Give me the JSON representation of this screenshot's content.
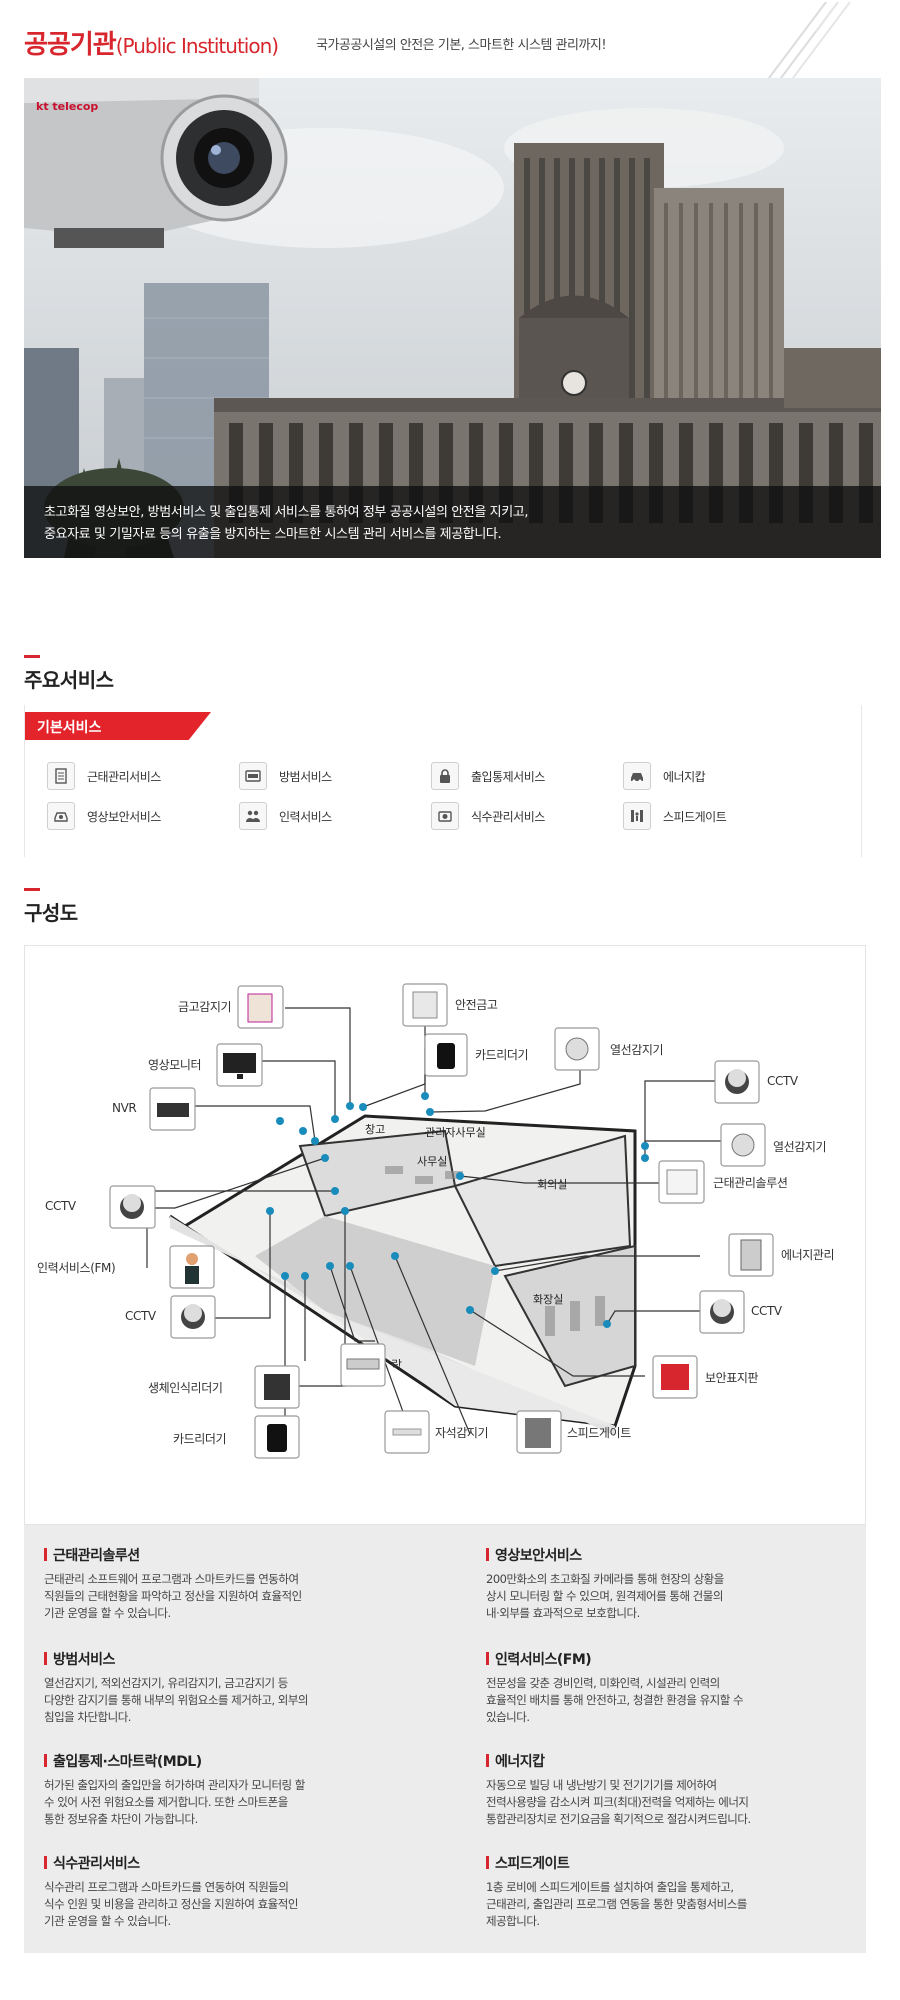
{
  "header": {
    "title": "공공기관",
    "title_en": "(Public Institution)",
    "subtitle": "국가공공시설의 안전은 기본, 스마트한 시스템 관리까지!"
  },
  "hero": {
    "logo": "kt telecop",
    "caption_line1": "초고화질 영상보안, 방범서비스 및 출입통제 서비스를 통하여 정부 공공시설의 안전을 지키고,",
    "caption_line2": "중요자료 및 기밀자료 등의 유출을 방지하는 스마트한 시스템 관리 서비스를 제공합니다."
  },
  "main_services": {
    "heading": "주요서비스",
    "tag": "기본서비스",
    "items": [
      {
        "label": "근태관리서비스",
        "icon": "document-icon"
      },
      {
        "label": "방범서비스",
        "icon": "alarm-panel-icon"
      },
      {
        "label": "출입통제서비스",
        "icon": "lock-icon"
      },
      {
        "label": "에너지캅",
        "icon": "vehicle-icon"
      },
      {
        "label": "영상보안서비스",
        "icon": "camera-car-icon"
      },
      {
        "label": "인력서비스",
        "icon": "people-icon"
      },
      {
        "label": "식수관리서비스",
        "icon": "meal-icon"
      },
      {
        "label": "스피드게이트",
        "icon": "gate-icon"
      }
    ]
  },
  "diagram": {
    "heading": "구성도",
    "labels": {
      "vault_sensor": "금고감지기",
      "safe": "안전금고",
      "monitor": "영상모니터",
      "card_reader_top": "카드리더기",
      "heat_sensor_top": "열선감지기",
      "nvr": "NVR",
      "cctv_right_top": "CCTV",
      "heat_sensor_right": "열선감지기",
      "cctv_left": "CCTV",
      "attendance_solution": "근태관리솔루션",
      "workforce": "인력서비스(FM)",
      "energy": "에너지관리",
      "cctv_bottom_left": "CCTV",
      "cctv_right_bottom": "CCTV",
      "biometric": "생체인식리더기",
      "lock": "락",
      "security_sign": "보안표지판",
      "card_reader_bottom": "카드리더기",
      "magnetic_sensor": "자석감지기",
      "speed_gate": "스피드게이트"
    },
    "rooms": {
      "storage": "창고",
      "manager": "관리자사무실",
      "office": "사무실",
      "meeting": "회의실",
      "restroom": "화장실"
    }
  },
  "descriptions": [
    {
      "title": "근태관리솔루션",
      "lines": [
        "근태관리 소프트웨어 프로그램과 스마트카드를 연동하여",
        "직원들의 근태현황을 파악하고 정산을 지원하여 효율적인",
        "기관 운영을 할 수 있습니다."
      ]
    },
    {
      "title": "영상보안서비스",
      "lines": [
        "200만화소의 초고화질 카메라를 통해 현장의 상황을",
        "상시 모니터링 할 수 있으며, 원격제어를 통해 건물의",
        "내·외부를 효과적으로 보호합니다."
      ]
    },
    {
      "title": "방범서비스",
      "lines": [
        "열선감지기, 적외선감지기, 유리감지기, 금고감지기 등",
        "다양한 감지기를 통해 내부의 위험요소를 제거하고, 외부의",
        "침입을 차단합니다."
      ]
    },
    {
      "title": "인력서비스(FM)",
      "lines": [
        "전문성을 갖춘 경비인력, 미화인력, 시설관리 인력의",
        "효율적인 배치를 통해 안전하고, 청결한 환경을 유지할 수",
        "있습니다."
      ]
    },
    {
      "title": "출입통제·스마트락(MDL)",
      "lines": [
        "허가된 출입자의 출입만을 허가하며 관리자가 모니터링 할",
        "수 있어 사전 위험요소를 제거합니다. 또한 스마트폰을",
        "통한 정보유출 차단이 가능합니다."
      ]
    },
    {
      "title": "에너지캅",
      "lines": [
        "자동으로 빌딩 내 냉난방기 및 전기기기를 제어하여",
        "전력사용량을 감소시켜 피크(최대)전력을 억제하는 에너지",
        "통합관리장치로 전기요금을 획기적으로 절감시켜드립니다."
      ]
    },
    {
      "title": "식수관리서비스",
      "lines": [
        "식수관리 프로그램과 스마트카드를 연동하여 직원들의",
        "식수 인원 및 비용을 관리하고 정산을 지원하여 효율적인",
        "기관 운영을 할 수 있습니다."
      ]
    },
    {
      "title": "스피드게이트",
      "lines": [
        "1층 로비에 스피드게이트를 설치하여 출입을 통제하고,",
        "근태관리, 출입관리 프로그램 연동을 통한 맞춤형서비스를",
        "제공합니다."
      ]
    }
  ],
  "colors": {
    "accent": "#d7262d",
    "caption_bg": "#111111",
    "desc_bg": "#ececec"
  }
}
